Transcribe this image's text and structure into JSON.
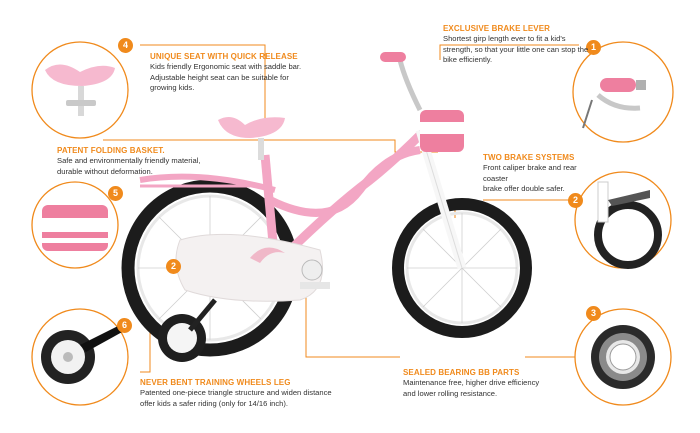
{
  "features": {
    "brake_lever": {
      "number": "1",
      "title": "EXCLUSIVE BRAKE LEVER",
      "lines": [
        "Shortest girp length ever to fit a kid's",
        "strength, so that your little one can stop the",
        "bike efficiently."
      ]
    },
    "two_brakes": {
      "number": "2",
      "title": "TWO BRAKE SYSTEMS",
      "lines": [
        "Front caliper brake and rear coaster",
        "brake offer double safer."
      ]
    },
    "bearing": {
      "number": "3",
      "title": "SEALED BEARING BB PARTS",
      "lines": [
        "Maintenance free, higher drive efficiency",
        "and lower rolling resistance."
      ]
    },
    "seat": {
      "number": "4",
      "title": "UNIQUE SEAT WITH QUICK RELEASE",
      "lines": [
        "Kids friendly Ergonomic seat with saddle bar.",
        "Adjustable height seat can be suitable for",
        "growing kids."
      ]
    },
    "basket": {
      "number": "5",
      "title": "PATENT FOLDING BASKET.",
      "lines": [
        "Safe and environmentally friendly material,",
        "durable without deformation."
      ]
    },
    "training_wheels": {
      "number": "6",
      "title": "NEVER BENT TRAINING WHEELS LEG",
      "lines": [
        "Patented one-piece triangle structure and widen distance",
        "offer kids a safer riding (only for 14/16 inch)."
      ]
    },
    "coaster_marker": {
      "number": "2"
    }
  },
  "colors": {
    "accent": "#f08a1c",
    "bike_pink": "#f3a6c4",
    "tire": "#1c1c1c"
  }
}
